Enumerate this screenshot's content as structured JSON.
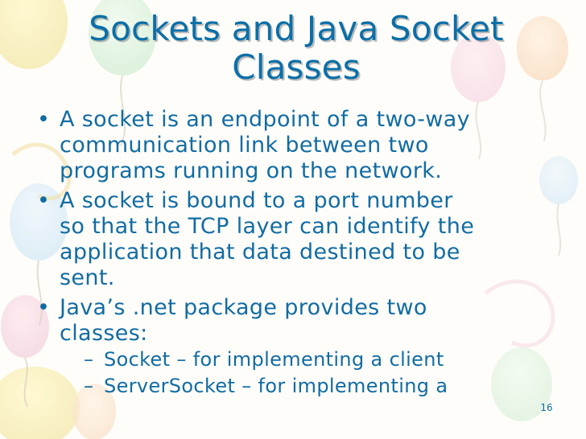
{
  "slide": {
    "title_lines": [
      "Sockets and Java Socket",
      "Classes"
    ],
    "bullets": [
      {
        "lines": [
          "A socket is an endpoint of a two-way",
          "communication link between two",
          "programs running on the network."
        ]
      },
      {
        "lines": [
          "A socket is bound to a port number",
          "so that the TCP layer can identify the",
          "application that data destined to be",
          "sent."
        ]
      },
      {
        "lines": [
          "Java’s .net package provides two",
          "classes:"
        ],
        "subitems": [
          "Socket – for implementing a client",
          "ServerSocket – for implementing a"
        ]
      }
    ],
    "slide_number": "16"
  },
  "theme": {
    "text_color": "#116ca3",
    "title_color": "#0b6fa8"
  }
}
